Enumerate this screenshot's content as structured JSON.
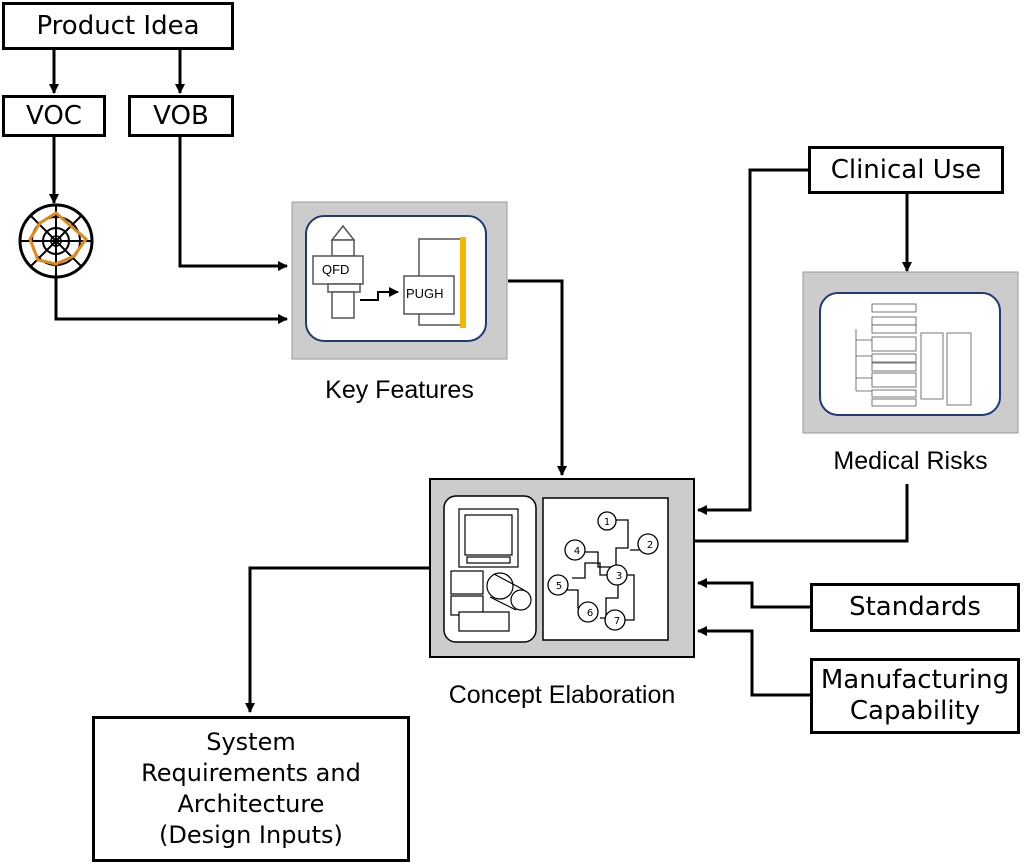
{
  "nodes": {
    "product_idea": "Product Idea",
    "voc": "VOC",
    "vob": "VOB",
    "clinical_use": "Clinical Use",
    "standards": "Standards",
    "manufacturing": "Manufacturing\nCapability",
    "system_requirements": "System\nRequirements and\nArchitecture\n(Design Inputs)"
  },
  "captions": {
    "key_features": "Key Features",
    "medical_risks": "Medical Risks",
    "concept_elaboration": "Concept Elaboration"
  },
  "key_features_image": {
    "qfd_label": "QFD",
    "pugh_label": "PUGH"
  },
  "concept_image": {
    "node_labels": [
      "1",
      "2",
      "3",
      "4",
      "5",
      "6",
      "7"
    ]
  },
  "colors": {
    "panel_gray": "#cccccc",
    "radar_orange": "#e0891a",
    "pugh_bar": "#f5b800",
    "frame_blue": "#1f3a7a"
  }
}
